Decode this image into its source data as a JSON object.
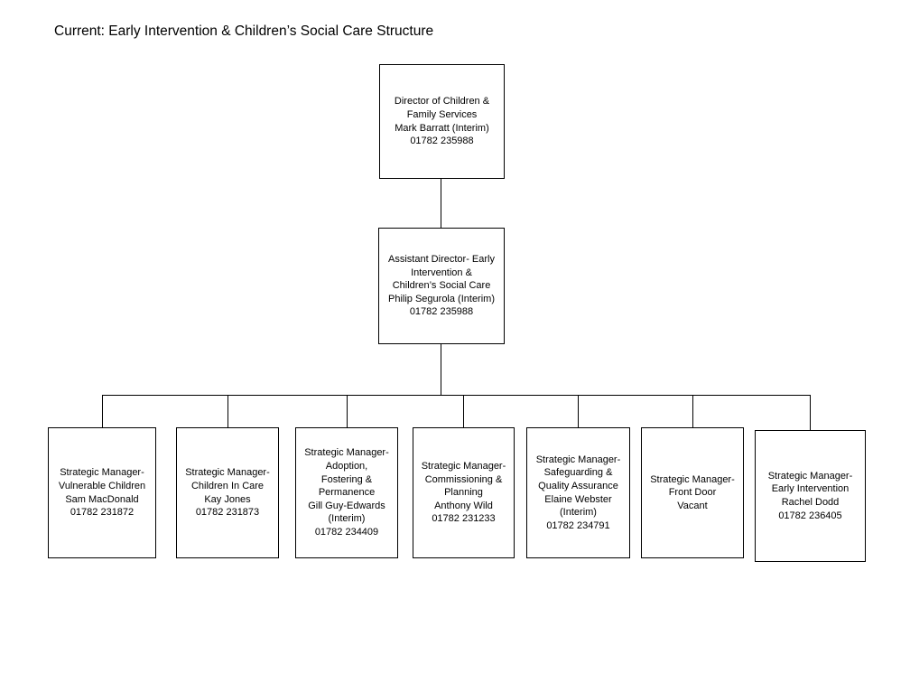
{
  "page": {
    "title": "Current: Early Intervention & Children’s Social Care Structure"
  },
  "colors": {
    "background": "#ffffff",
    "text": "#000000",
    "box_border": "#000000",
    "connector": "#000000"
  },
  "org_chart": {
    "director": {
      "role": "Director of Children & Family Services",
      "name": "Mark Barratt (Interim)",
      "phone": "01782 235988",
      "lines": [
        "Director of Children &",
        "Family Services",
        "Mark Barratt (Interim)",
        "01782 235988"
      ]
    },
    "assistant_director": {
      "role": "Assistant Director- Early Intervention & Children’s Social Care",
      "name": "Philip Segurola (Interim)",
      "phone": "01782 235988",
      "lines": [
        "Assistant Director- Early",
        "Intervention &",
        "Children’s Social Care",
        "Philip Segurola (Interim)",
        "01782 235988"
      ]
    },
    "managers": [
      {
        "role": "Strategic Manager- Vulnerable Children",
        "name": "Sam MacDonald",
        "phone": "01782 231872",
        "lines": [
          "Strategic Manager-",
          "Vulnerable Children",
          "Sam MacDonald",
          "01782 231872"
        ]
      },
      {
        "role": "Strategic Manager- Children In Care",
        "name": "Kay Jones",
        "phone": "01782 231873",
        "lines": [
          "Strategic Manager-",
          "Children In Care",
          "Kay Jones",
          "01782 231873"
        ]
      },
      {
        "role": "Strategic Manager- Adoption, Fostering & Permanence",
        "name": "Gill Guy-Edwards (Interim)",
        "phone": "01782 234409",
        "lines": [
          "Strategic Manager-",
          "Adoption,",
          "Fostering &",
          "Permanence",
          "Gill Guy-Edwards",
          "(Interim)",
          "01782 234409"
        ]
      },
      {
        "role": "Strategic Manager- Commissioning & Planning",
        "name": "Anthony Wild",
        "phone": "01782 231233",
        "lines": [
          "Strategic Manager-",
          "Commissioning &",
          "Planning",
          "Anthony Wild",
          "01782 231233"
        ]
      },
      {
        "role": "Strategic Manager- Safeguarding & Quality Assurance",
        "name": "Elaine Webster (Interim)",
        "phone": "01782 234791",
        "lines": [
          "Strategic Manager-",
          "Safeguarding &",
          "Quality Assurance",
          "Elaine Webster",
          "(Interim)",
          "01782 234791"
        ]
      },
      {
        "role": "Strategic Manager- Front Door",
        "name": "Vacant",
        "phone": "",
        "lines": [
          "Strategic Manager-",
          "Front Door",
          "Vacant"
        ]
      },
      {
        "role": "Strategic Manager- Early Intervention",
        "name": "Rachel Dodd",
        "phone": "01782 236405",
        "lines": [
          "Strategic Manager-",
          "Early Intervention",
          "Rachel Dodd",
          "01782 236405"
        ]
      }
    ]
  }
}
